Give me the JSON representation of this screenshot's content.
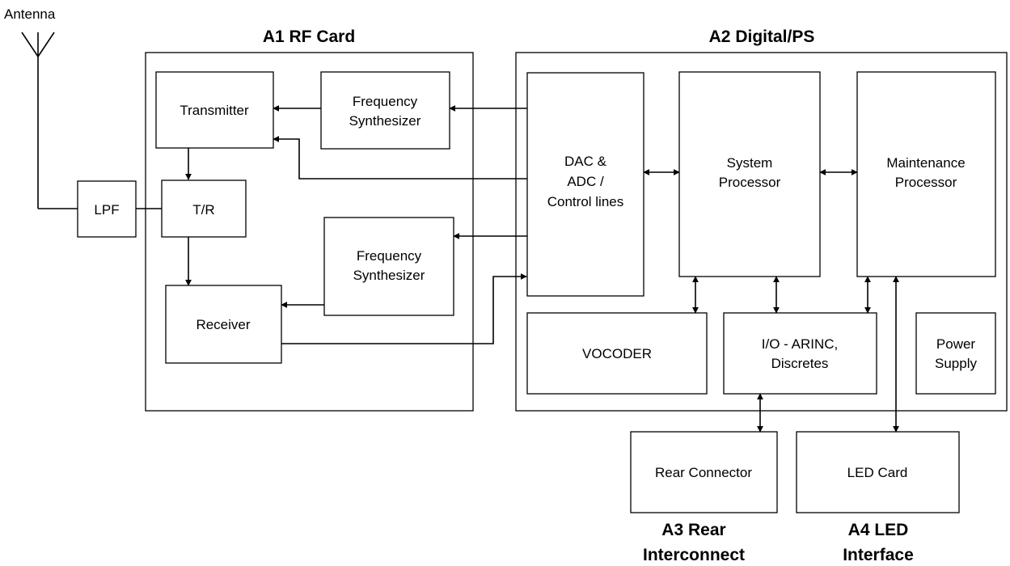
{
  "antenna_label": "Antenna",
  "cards": {
    "a1_title": "A1 RF Card",
    "a2_title": "A2 Digital/PS",
    "a3_title_line1": "A3 Rear",
    "a3_title_line2": "Interconnect",
    "a4_title_line1": "A4 LED",
    "a4_title_line2": "Interface"
  },
  "blocks": {
    "lpf": "LPF",
    "transmitter": "Transmitter",
    "tr_switch": "T/R",
    "receiver": "Receiver",
    "freq_synth_tx_line1": "Frequency",
    "freq_synth_tx_line2": "Synthesizer",
    "freq_synth_rx_line1": "Frequency",
    "freq_synth_rx_line2": "Synthesizer",
    "dac_line1": "DAC &",
    "dac_line2": "ADC /",
    "dac_line3": "Control lines",
    "system_proc_line1": "System",
    "system_proc_line2": "Processor",
    "maint_proc_line1": "Maintenance",
    "maint_proc_line2": "Processor",
    "vocoder": "VOCODER",
    "io_line1": "I/O - ARINC,",
    "io_line2": "Discretes",
    "power_line1": "Power",
    "power_line2": "Supply",
    "rear_connector": "Rear Connector",
    "led_card": "LED Card"
  }
}
